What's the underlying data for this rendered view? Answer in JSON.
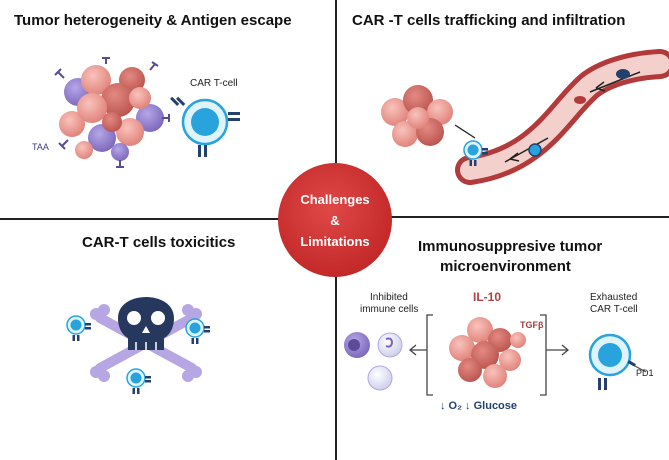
{
  "quadrants": {
    "top_left": {
      "title": "Tumor heterogeneity & Antigen escape",
      "car_t_label": "CAR T-cell",
      "taa_label": "TAA"
    },
    "top_right": {
      "title": "CAR -T cells trafficking and infiltration"
    },
    "bottom_left": {
      "title": "CAR-T cells toxicitics"
    },
    "bottom_right": {
      "title_line1": "Immunosuppresive tumor",
      "title_line2": "microenvironment",
      "inhibited_line1": "Inhibited",
      "inhibited_line2": "immune cells",
      "il10_label": "IL-10",
      "tgf_label": "TGFβ",
      "exhausted_line1": "Exhausted",
      "exhausted_line2": "CAR T-cell",
      "pd1_label": "PD1",
      "hypoxia_label": "↓ O₂  ↓ Glucose"
    }
  },
  "center": {
    "line1": "Challenges",
    "line2": "&",
    "line3": "Limitations"
  },
  "colors": {
    "center_red": "#c42a2a",
    "tcell_blue": "#29a3dd",
    "tumor_pink": "#e88e86",
    "tumor_purple": "#8d7ac4",
    "skull_navy": "#26385e",
    "crossbone_lilac": "#b6a6e3",
    "vessel_red": "#b23a3a"
  },
  "icons": [
    "tumor-cluster",
    "car-t-cell",
    "blood-vessel",
    "skull-crossbones",
    "immune-cell",
    "pd1-receptor"
  ]
}
